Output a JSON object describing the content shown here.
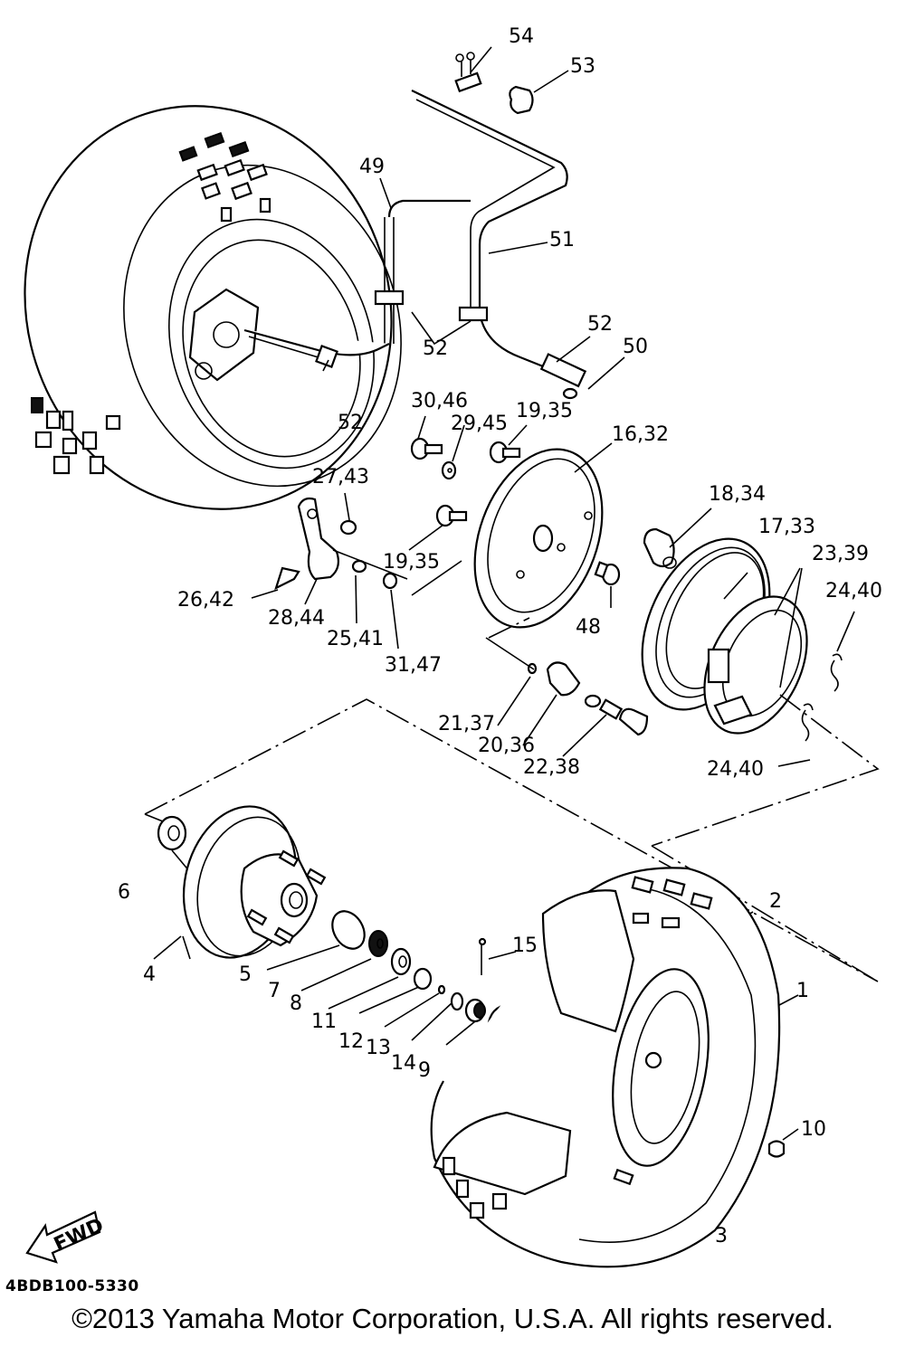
{
  "diagram": {
    "title": "Front Wheel / Brake Exploded View",
    "part_code": "4BDB100-5330",
    "copyright": "©2013 Yamaha Motor Corporation, U.S.A. All rights reserved.",
    "direction_indicator": "FWD",
    "callouts": [
      {
        "id": "c54",
        "text": "54"
      },
      {
        "id": "c53",
        "text": "53"
      },
      {
        "id": "c49",
        "text": "49"
      },
      {
        "id": "c51",
        "text": "51"
      },
      {
        "id": "c52a",
        "text": "52"
      },
      {
        "id": "c52b",
        "text": "52"
      },
      {
        "id": "c52c",
        "text": "52"
      },
      {
        "id": "c50",
        "text": "50"
      },
      {
        "id": "c30_46",
        "text": "30,46"
      },
      {
        "id": "c29_45",
        "text": "29,45"
      },
      {
        "id": "c19_35a",
        "text": "19,35"
      },
      {
        "id": "c16_32",
        "text": "16,32"
      },
      {
        "id": "c27_43",
        "text": "27,43"
      },
      {
        "id": "c18_34",
        "text": "18,34"
      },
      {
        "id": "c17_33",
        "text": "17,33"
      },
      {
        "id": "c23_39",
        "text": "23,39"
      },
      {
        "id": "c24_40a",
        "text": "24,40"
      },
      {
        "id": "c19_35b",
        "text": "19,35"
      },
      {
        "id": "c26_42",
        "text": "26,42"
      },
      {
        "id": "c28_44",
        "text": "28,44"
      },
      {
        "id": "c25_41",
        "text": "25,41"
      },
      {
        "id": "c31_47",
        "text": "31,47"
      },
      {
        "id": "c48",
        "text": "48"
      },
      {
        "id": "c21_37",
        "text": "21,37"
      },
      {
        "id": "c20_36",
        "text": "20,36"
      },
      {
        "id": "c22_38",
        "text": "22,38"
      },
      {
        "id": "c24_40b",
        "text": "24,40"
      },
      {
        "id": "c6",
        "text": "6"
      },
      {
        "id": "c2",
        "text": "2"
      },
      {
        "id": "c15",
        "text": "15"
      },
      {
        "id": "c4",
        "text": "4"
      },
      {
        "id": "c5",
        "text": "5"
      },
      {
        "id": "c7",
        "text": "7"
      },
      {
        "id": "c8",
        "text": "8"
      },
      {
        "id": "c11",
        "text": "11"
      },
      {
        "id": "c12",
        "text": "12"
      },
      {
        "id": "c13",
        "text": "13"
      },
      {
        "id": "c14",
        "text": "14"
      },
      {
        "id": "c9",
        "text": "9"
      },
      {
        "id": "c1",
        "text": "1"
      },
      {
        "id": "c10",
        "text": "10"
      },
      {
        "id": "c3",
        "text": "3"
      }
    ]
  }
}
